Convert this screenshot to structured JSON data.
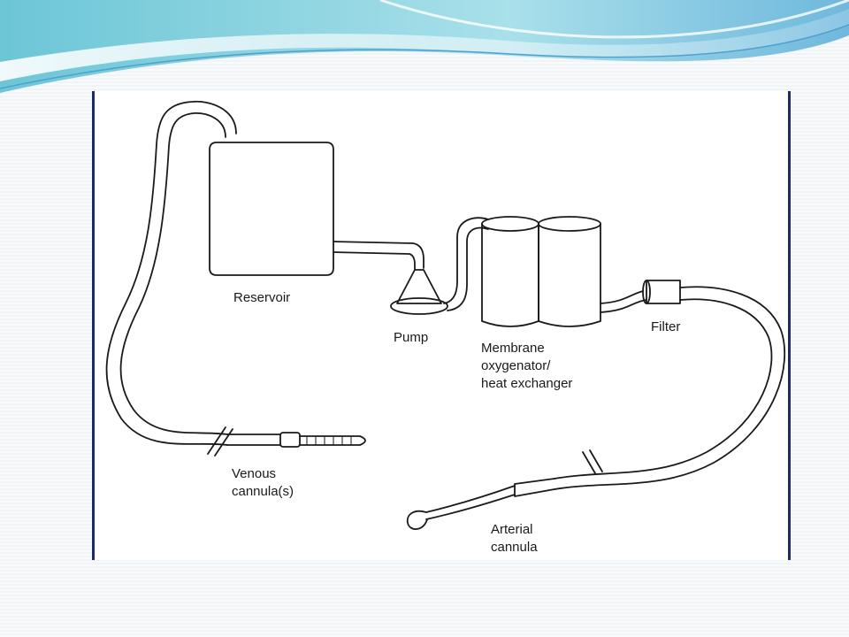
{
  "diagram": {
    "labels": {
      "reservoir": "Reservoir",
      "pump": "Pump",
      "oxygenator_line1": "Membrane",
      "oxygenator_line2": "oxygenator/",
      "oxygenator_line3": "heat exchanger",
      "filter": "Filter",
      "venous_line1": "Venous",
      "venous_line2": "cannula(s)",
      "arterial_line1": "Arterial",
      "arterial_line2": "cannula"
    }
  },
  "colors": {
    "frame_border": "#1c2a6b",
    "wave_teal": "#7fd0dd",
    "wave_blue": "#5aa9d6",
    "stroke": "#1a1a1a"
  }
}
